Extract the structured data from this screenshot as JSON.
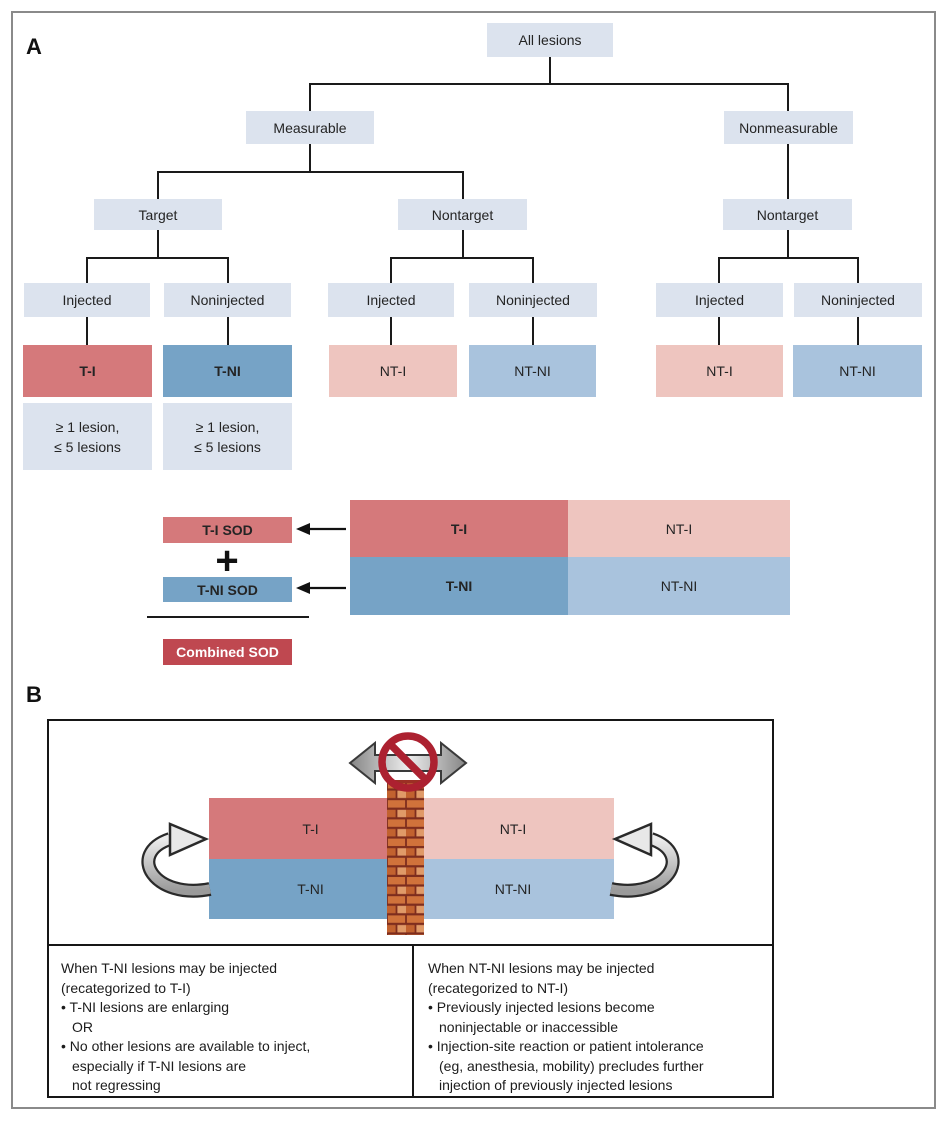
{
  "figure": {
    "panel_a_label": "A",
    "panel_b_label": "B"
  },
  "colors": {
    "node_bg": "#dce3ee",
    "ti_red": "#d5797b",
    "tni_blue": "#76a3c6",
    "nti_pink": "#eec5bf",
    "ntni_blue": "#a9c3dd",
    "combined_red": "#bf4850"
  },
  "tree": {
    "root": "All lesions",
    "level2": [
      "Measurable",
      "Nonmeasurable"
    ],
    "level3": [
      "Target",
      "Nontarget",
      "Nontarget"
    ],
    "level4": [
      "Injected",
      "Noninjected",
      "Injected",
      "Noninjected",
      "Injected",
      "Noninjected"
    ],
    "categories": [
      "T-I",
      "T-NI",
      "NT-I",
      "NT-NI",
      "NT-I",
      "NT-NI"
    ],
    "lesion_count_line1": "≥ 1 lesion,",
    "lesion_count_line2": "≤ 5 lesions"
  },
  "sod": {
    "ti_sod": "T-I SOD",
    "plus": "+",
    "tni_sod": "T-NI SOD",
    "combined": "Combined SOD",
    "grid": {
      "ti": "T-I",
      "nti": "NT-I",
      "tni": "T-NI",
      "ntni": "NT-NI"
    }
  },
  "panel_b": {
    "quadrants": {
      "ti": "T-I",
      "nti": "NT-I",
      "tni": "T-NI",
      "ntni": "NT-NI"
    },
    "left_rule": {
      "lines": [
        "When T-NI lesions may be injected",
        "(recategorized to T-I)",
        "• T-NI lesions are enlarging",
        "OR",
        "• No other lesions are available to inject,",
        "especially if T-NI lesions are",
        "not regressing"
      ]
    },
    "right_rule": {
      "lines": [
        "When NT-NI lesions may be injected",
        "(recategorized to NT-I)",
        "• Previously injected lesions become",
        "noninjectable or inaccessible",
        "• Injection-site reaction or patient intolerance",
        "(eg, anesthesia, mobility) precludes further",
        "injection of previously injected lesions"
      ]
    }
  }
}
